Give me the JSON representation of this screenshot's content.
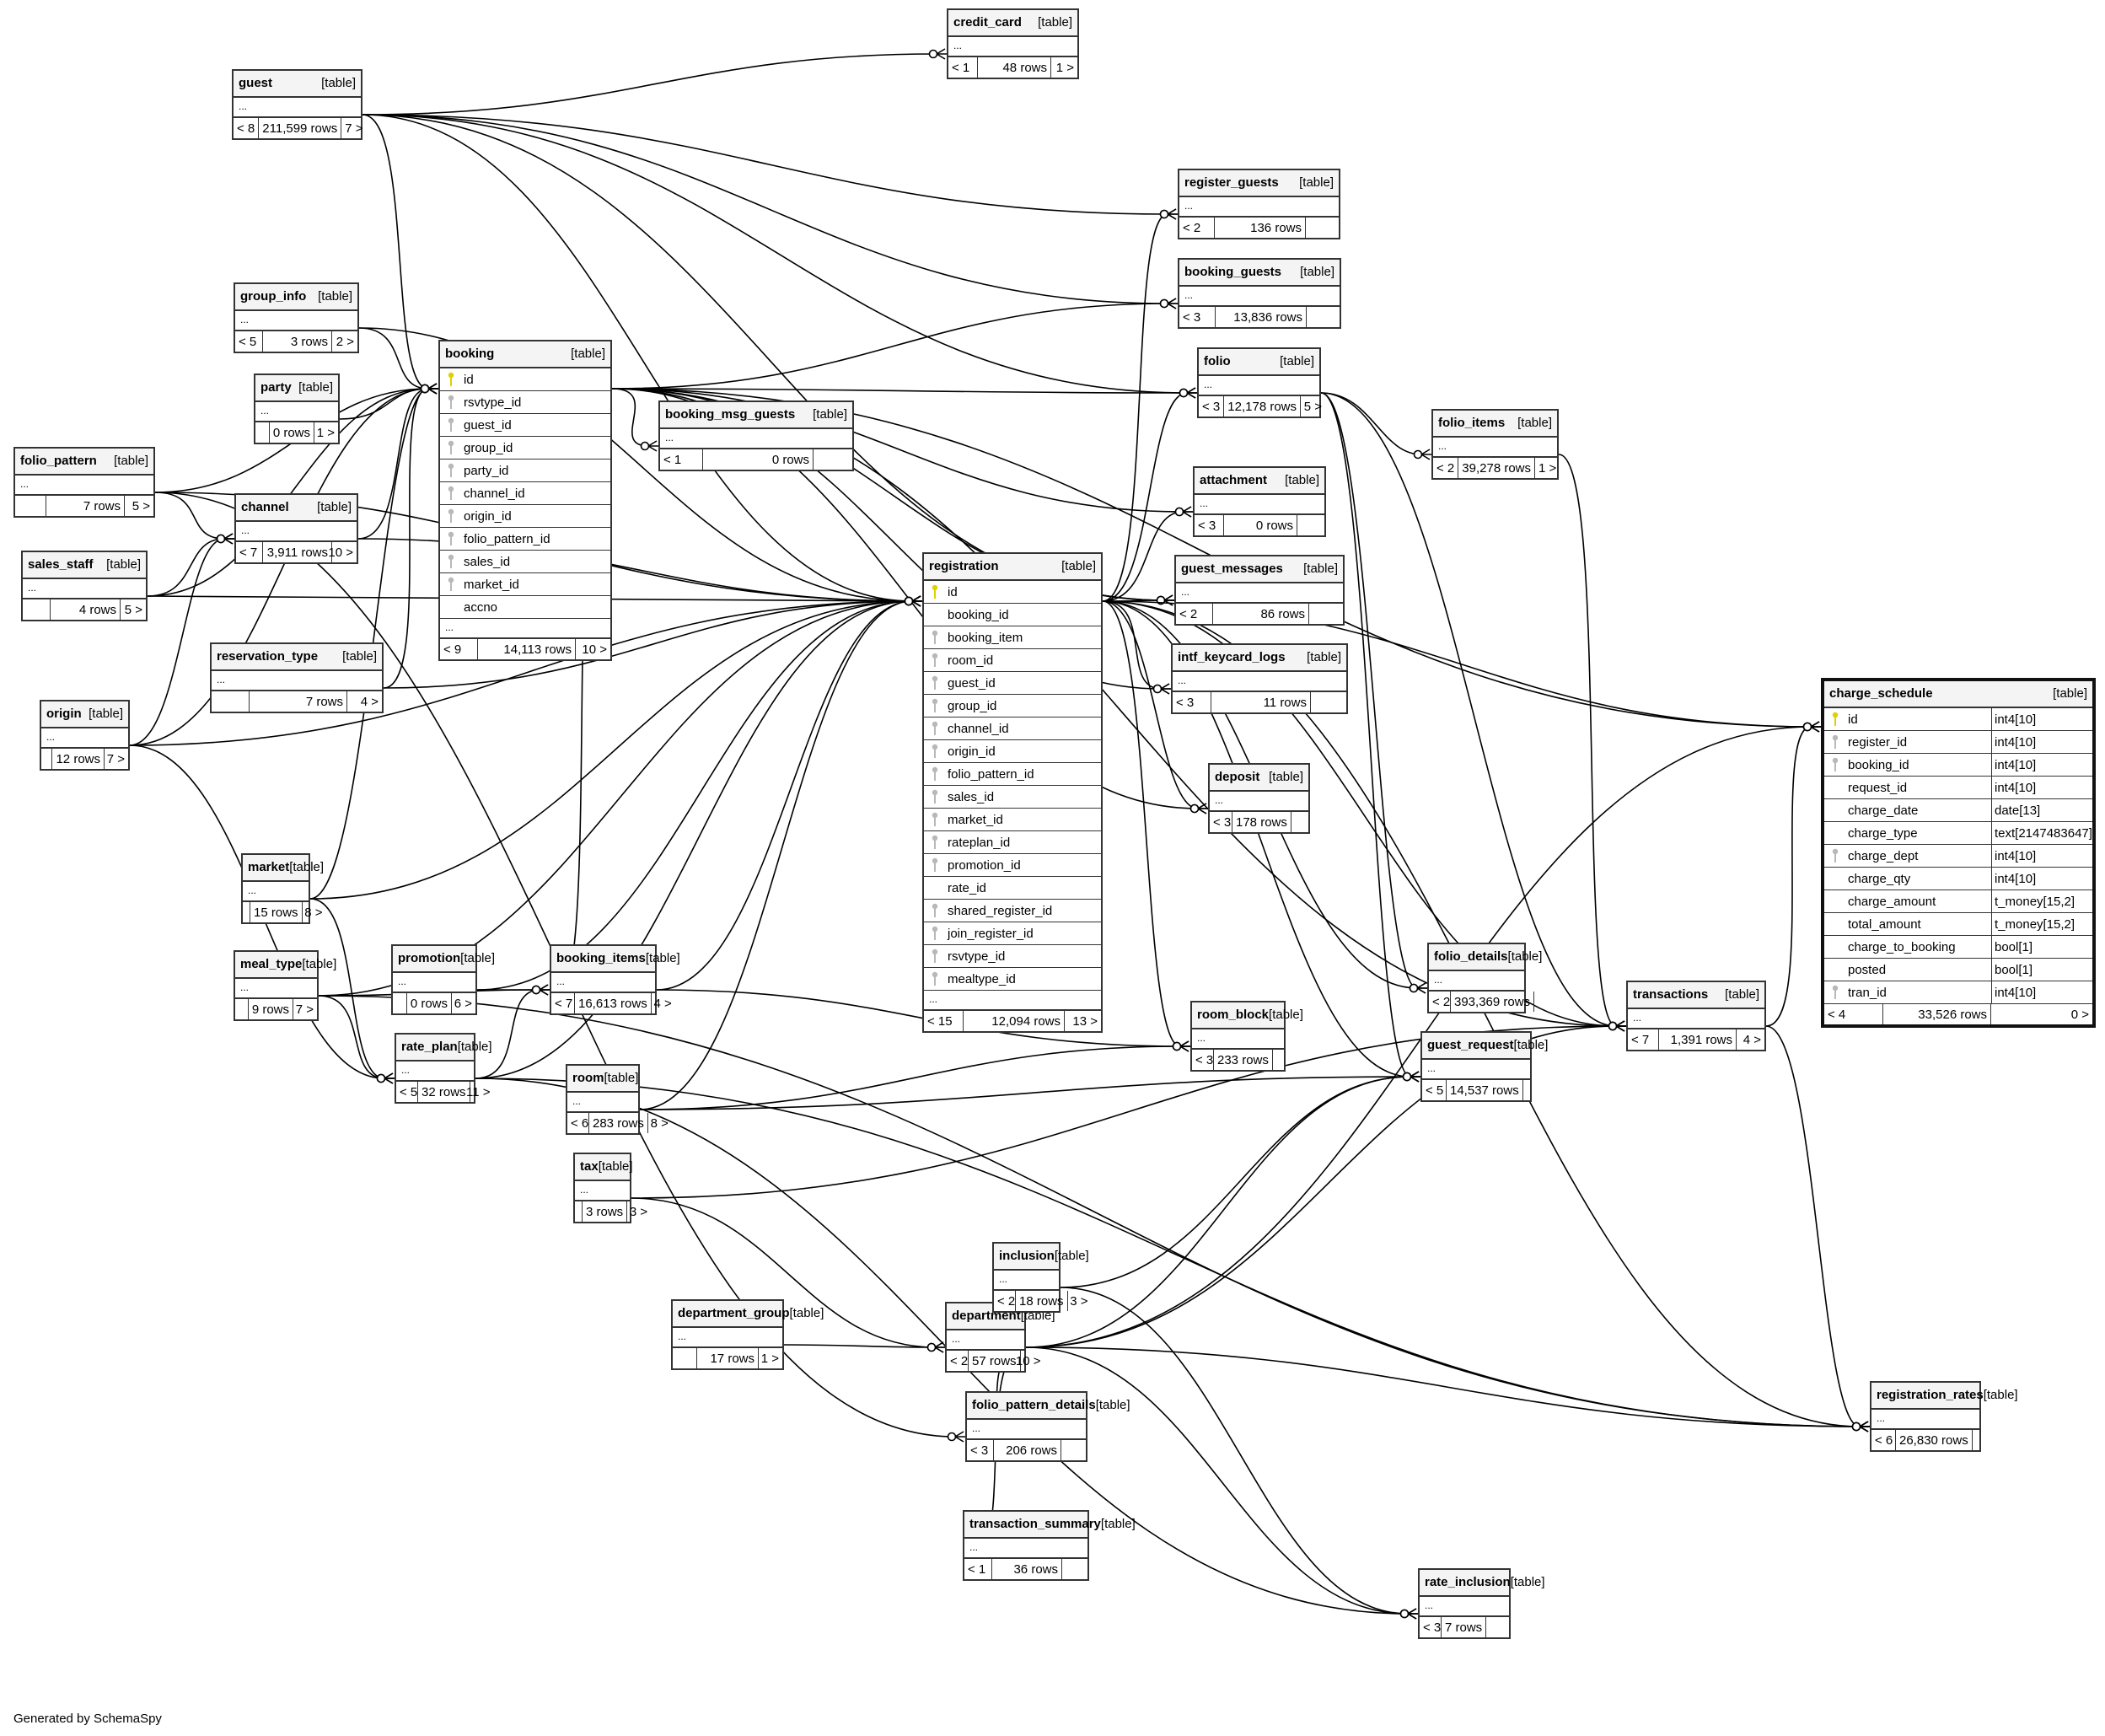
{
  "diagram": {
    "footer": "Generated by SchemaSpy",
    "focus_table": "charge_schedule",
    "kind_label": "[table]",
    "ellipsis": "...",
    "tables": [
      {
        "name": "guest",
        "parents": "< 8",
        "rows": "211,599 rows",
        "children": "7 >"
      },
      {
        "name": "credit_card",
        "parents": "< 1",
        "rows": "48 rows",
        "children": "1 >"
      },
      {
        "name": "group_info",
        "parents": "< 5",
        "rows": "3 rows",
        "children": "2 >"
      },
      {
        "name": "party",
        "parents": "",
        "rows": "0 rows",
        "children": "1 >"
      },
      {
        "name": "folio_pattern",
        "parents": "",
        "rows": "7 rows",
        "children": "5 >"
      },
      {
        "name": "sales_staff",
        "parents": "",
        "rows": "4 rows",
        "children": "5 >"
      },
      {
        "name": "channel",
        "parents": "< 7",
        "rows": "3,911 rows",
        "children": "10 >"
      },
      {
        "name": "origin",
        "parents": "",
        "rows": "12 rows",
        "children": "7 >"
      },
      {
        "name": "reservation_type",
        "parents": "",
        "rows": "7 rows",
        "children": "4 >"
      },
      {
        "name": "booking",
        "parents": "< 9",
        "rows": "14,113 rows",
        "children": "10 >",
        "columns": [
          {
            "name": "id",
            "key": "pk"
          },
          {
            "name": "rsvtype_id",
            "key": "fk"
          },
          {
            "name": "guest_id",
            "key": "fk"
          },
          {
            "name": "group_id",
            "key": "fk"
          },
          {
            "name": "party_id",
            "key": "fk"
          },
          {
            "name": "channel_id",
            "key": "fk"
          },
          {
            "name": "origin_id",
            "key": "fk"
          },
          {
            "name": "folio_pattern_id",
            "key": "fk"
          },
          {
            "name": "sales_id",
            "key": "fk"
          },
          {
            "name": "market_id",
            "key": "fk"
          },
          {
            "name": "accno",
            "key": ""
          }
        ]
      },
      {
        "name": "booking_msg_guests",
        "parents": "< 1",
        "rows": "0 rows",
        "children": ""
      },
      {
        "name": "register_guests",
        "parents": "< 2",
        "rows": "136 rows",
        "children": ""
      },
      {
        "name": "booking_guests",
        "parents": "< 3",
        "rows": "13,836 rows",
        "children": ""
      },
      {
        "name": "folio",
        "parents": "< 3",
        "rows": "12,178 rows",
        "children": "5 >"
      },
      {
        "name": "folio_items",
        "parents": "< 2",
        "rows": "39,278 rows",
        "children": "1 >"
      },
      {
        "name": "attachment",
        "parents": "< 3",
        "rows": "0 rows",
        "children": ""
      },
      {
        "name": "guest_messages",
        "parents": "< 2",
        "rows": "86 rows",
        "children": ""
      },
      {
        "name": "intf_keycard_logs",
        "parents": "< 3",
        "rows": "11 rows",
        "children": ""
      },
      {
        "name": "deposit",
        "parents": "< 3",
        "rows": "178 rows",
        "children": ""
      },
      {
        "name": "registration",
        "parents": "< 15",
        "rows": "12,094 rows",
        "children": "13 >",
        "columns": [
          {
            "name": "id",
            "key": "pk"
          },
          {
            "name": "booking_id",
            "key": ""
          },
          {
            "name": "booking_item",
            "key": "fk"
          },
          {
            "name": "room_id",
            "key": "fk"
          },
          {
            "name": "guest_id",
            "key": "fk"
          },
          {
            "name": "group_id",
            "key": "fk"
          },
          {
            "name": "channel_id",
            "key": "fk"
          },
          {
            "name": "origin_id",
            "key": "fk"
          },
          {
            "name": "folio_pattern_id",
            "key": "fk"
          },
          {
            "name": "sales_id",
            "key": "fk"
          },
          {
            "name": "market_id",
            "key": "fk"
          },
          {
            "name": "rateplan_id",
            "key": "fk"
          },
          {
            "name": "promotion_id",
            "key": "fk"
          },
          {
            "name": "rate_id",
            "key": ""
          },
          {
            "name": "shared_register_id",
            "key": "fk"
          },
          {
            "name": "join_register_id",
            "key": "fk"
          },
          {
            "name": "rsvtype_id",
            "key": "fk"
          },
          {
            "name": "mealtype_id",
            "key": "fk"
          }
        ]
      },
      {
        "name": "charge_schedule",
        "parents": "< 4",
        "rows": "33,526 rows",
        "children": "0 >",
        "columns": [
          {
            "name": "id",
            "key": "pk",
            "type": "int4[10]"
          },
          {
            "name": "register_id",
            "key": "fk",
            "type": "int4[10]"
          },
          {
            "name": "booking_id",
            "key": "fk",
            "type": "int4[10]"
          },
          {
            "name": "request_id",
            "key": "",
            "type": "int4[10]"
          },
          {
            "name": "charge_date",
            "key": "",
            "type": "date[13]"
          },
          {
            "name": "charge_type",
            "key": "",
            "type": "text[2147483647]"
          },
          {
            "name": "charge_dept",
            "key": "fk",
            "type": "int4[10]"
          },
          {
            "name": "charge_qty",
            "key": "",
            "type": "int4[10]"
          },
          {
            "name": "charge_amount",
            "key": "",
            "type": "t_money[15,2]"
          },
          {
            "name": "total_amount",
            "key": "",
            "type": "t_money[15,2]"
          },
          {
            "name": "charge_to_booking",
            "key": "",
            "type": "bool[1]"
          },
          {
            "name": "posted",
            "key": "",
            "type": "bool[1]"
          },
          {
            "name": "tran_id",
            "key": "fk",
            "type": "int4[10]"
          }
        ]
      },
      {
        "name": "market",
        "parents": "",
        "rows": "15 rows",
        "children": "8 >"
      },
      {
        "name": "meal_type",
        "parents": "",
        "rows": "9 rows",
        "children": "7 >"
      },
      {
        "name": "promotion",
        "parents": "",
        "rows": "0 rows",
        "children": "6 >"
      },
      {
        "name": "rate_plan",
        "parents": "< 5",
        "rows": "32 rows",
        "children": "11 >"
      },
      {
        "name": "booking_items",
        "parents": "< 7",
        "rows": "16,613 rows",
        "children": "4 >"
      },
      {
        "name": "room",
        "parents": "< 6",
        "rows": "283 rows",
        "children": "8 >"
      },
      {
        "name": "tax",
        "parents": "",
        "rows": "3 rows",
        "children": "3 >"
      },
      {
        "name": "room_block",
        "parents": "< 3",
        "rows": "233 rows",
        "children": ""
      },
      {
        "name": "folio_details",
        "parents": "< 2",
        "rows": "393,369 rows",
        "children": ""
      },
      {
        "name": "guest_request",
        "parents": "< 5",
        "rows": "14,537 rows",
        "children": ""
      },
      {
        "name": "transactions",
        "parents": "< 7",
        "rows": "1,391 rows",
        "children": "4 >"
      },
      {
        "name": "department_group",
        "parents": "",
        "rows": "17 rows",
        "children": "1 >"
      },
      {
        "name": "department",
        "parents": "< 2",
        "rows": "57 rows",
        "children": "10 >"
      },
      {
        "name": "inclusion",
        "parents": "< 2",
        "rows": "18 rows",
        "children": "3 >"
      },
      {
        "name": "folio_pattern_details",
        "parents": "< 3",
        "rows": "206 rows",
        "children": ""
      },
      {
        "name": "transaction_summary",
        "parents": "< 1",
        "rows": "36 rows",
        "children": ""
      },
      {
        "name": "rate_inclusion",
        "parents": "< 3",
        "rows": "7 rows",
        "children": ""
      },
      {
        "name": "registration_rates",
        "parents": "< 6",
        "rows": "26,830 rows",
        "children": ""
      }
    ],
    "relationships": [
      [
        "guest",
        "credit_card"
      ],
      [
        "guest",
        "register_guests"
      ],
      [
        "guest",
        "booking_guests"
      ],
      [
        "guest",
        "booking"
      ],
      [
        "guest",
        "registration"
      ],
      [
        "guest",
        "folio"
      ],
      [
        "guest",
        "guest_messages"
      ],
      [
        "group_info",
        "booking"
      ],
      [
        "group_info",
        "registration"
      ],
      [
        "party",
        "booking"
      ],
      [
        "folio_pattern",
        "channel"
      ],
      [
        "folio_pattern",
        "booking"
      ],
      [
        "folio_pattern",
        "registration"
      ],
      [
        "folio_pattern",
        "folio_pattern_details"
      ],
      [
        "sales_staff",
        "channel"
      ],
      [
        "sales_staff",
        "booking"
      ],
      [
        "sales_staff",
        "registration"
      ],
      [
        "origin",
        "channel"
      ],
      [
        "origin",
        "booking"
      ],
      [
        "origin",
        "registration"
      ],
      [
        "origin",
        "rate_plan"
      ],
      [
        "channel",
        "booking"
      ],
      [
        "channel",
        "registration"
      ],
      [
        "reservation_type",
        "booking"
      ],
      [
        "reservation_type",
        "registration"
      ],
      [
        "booking",
        "booking_msg_guests"
      ],
      [
        "booking",
        "booking_guests"
      ],
      [
        "booking",
        "folio"
      ],
      [
        "booking",
        "attachment"
      ],
      [
        "booking",
        "guest_messages"
      ],
      [
        "booking",
        "intf_keycard_logs"
      ],
      [
        "booking",
        "deposit"
      ],
      [
        "booking",
        "booking_items"
      ],
      [
        "booking",
        "charge_schedule"
      ],
      [
        "booking",
        "transactions"
      ],
      [
        "registration",
        "register_guests"
      ],
      [
        "registration",
        "folio"
      ],
      [
        "registration",
        "attachment"
      ],
      [
        "registration",
        "guest_messages"
      ],
      [
        "registration",
        "intf_keycard_logs"
      ],
      [
        "registration",
        "deposit"
      ],
      [
        "registration",
        "charge_schedule"
      ],
      [
        "registration",
        "guest_request"
      ],
      [
        "registration",
        "registration_rates"
      ],
      [
        "registration",
        "folio_details"
      ],
      [
        "registration",
        "transactions"
      ],
      [
        "registration",
        "room_block"
      ],
      [
        "folio",
        "folio_items"
      ],
      [
        "folio",
        "folio_details"
      ],
      [
        "folio",
        "transactions"
      ],
      [
        "folio",
        "guest_request"
      ],
      [
        "folio_items",
        "transactions"
      ],
      [
        "market",
        "booking"
      ],
      [
        "market",
        "registration"
      ],
      [
        "market",
        "rate_plan"
      ],
      [
        "meal_type",
        "registration"
      ],
      [
        "meal_type",
        "booking_items"
      ],
      [
        "meal_type",
        "rate_plan"
      ],
      [
        "meal_type",
        "registration_rates"
      ],
      [
        "promotion",
        "booking_items"
      ],
      [
        "promotion",
        "registration"
      ],
      [
        "rate_plan",
        "booking_items"
      ],
      [
        "rate_plan",
        "registration"
      ],
      [
        "rate_plan",
        "registration_rates"
      ],
      [
        "rate_plan",
        "rate_inclusion"
      ],
      [
        "booking_items",
        "registration"
      ],
      [
        "booking_items",
        "room_block"
      ],
      [
        "room",
        "registration"
      ],
      [
        "room",
        "room_block"
      ],
      [
        "room",
        "guest_request"
      ],
      [
        "tax",
        "department"
      ],
      [
        "tax",
        "transactions"
      ],
      [
        "department_group",
        "department"
      ],
      [
        "department",
        "inclusion"
      ],
      [
        "department",
        "folio_pattern_details"
      ],
      [
        "department",
        "transaction_summary"
      ],
      [
        "department",
        "rate_inclusion"
      ],
      [
        "department",
        "charge_schedule"
      ],
      [
        "department",
        "transactions"
      ],
      [
        "department",
        "registration_rates"
      ],
      [
        "department",
        "guest_request"
      ],
      [
        "inclusion",
        "rate_inclusion"
      ],
      [
        "inclusion",
        "guest_request"
      ],
      [
        "transactions",
        "charge_schedule"
      ],
      [
        "transactions",
        "registration_rates"
      ]
    ]
  }
}
